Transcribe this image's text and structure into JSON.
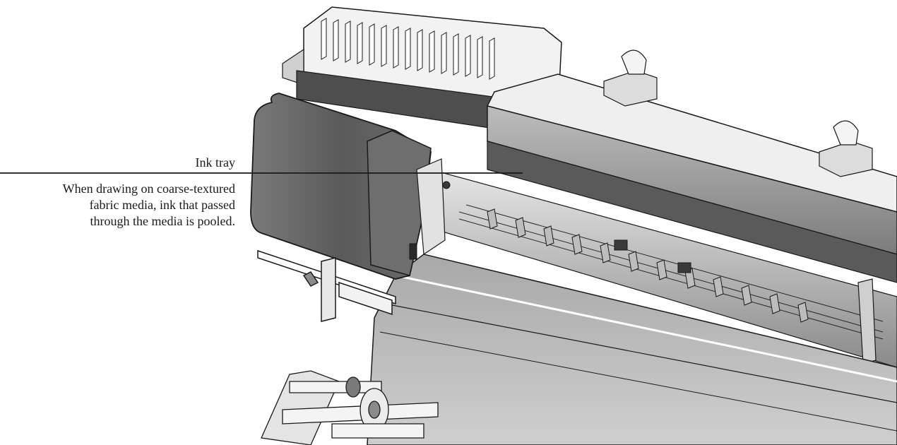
{
  "callout": {
    "title": "Ink tray",
    "description_lines": [
      "When drawing on coarse-textured",
      "fabric media, ink that passed",
      "through the media is pooled."
    ]
  },
  "colors": {
    "ink": "#1a1a1a",
    "body_dark": "#5e5e5e",
    "body_mid": "#9a9a9a",
    "body_light": "#d6d6d6",
    "body_pale": "#eeeeee"
  }
}
